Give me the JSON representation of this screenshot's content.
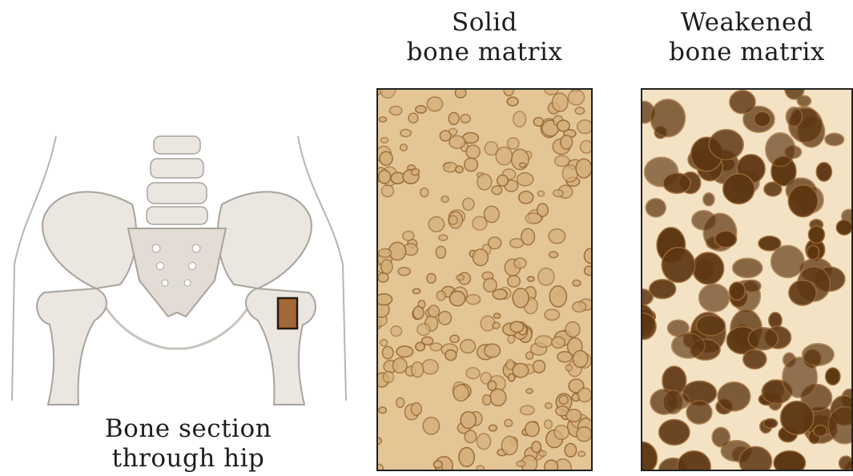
{
  "labels": {
    "hip_line1": "Bone section",
    "hip_line2": "through hip",
    "solid_line1": "Solid",
    "solid_line2": "bone matrix",
    "weak_line1": "Weakened",
    "weak_line2": "bone matrix"
  },
  "colors": {
    "bone_fill": "#ebe6e0",
    "bone_shade": "#d6d0c8",
    "outline": "#a8a39c",
    "matrix_light": "#f1dcb8",
    "matrix_mid": "#d6b07c",
    "matrix_dark": "#9b6a35",
    "pore_dark": "#5e3612",
    "section_marker": "#2a1a10"
  }
}
